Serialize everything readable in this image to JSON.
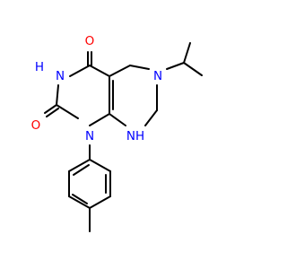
{
  "colors": {
    "bond": "#000000",
    "oxygen": "#ff0000",
    "nitrogen": "#0000ff",
    "background": "#ffffff"
  },
  "atoms": {
    "o_top": "O",
    "o_left": "O",
    "n_top_h": "H",
    "n_top": "N",
    "n_ring": "N",
    "n_aryl": "N",
    "nh": "NH"
  }
}
